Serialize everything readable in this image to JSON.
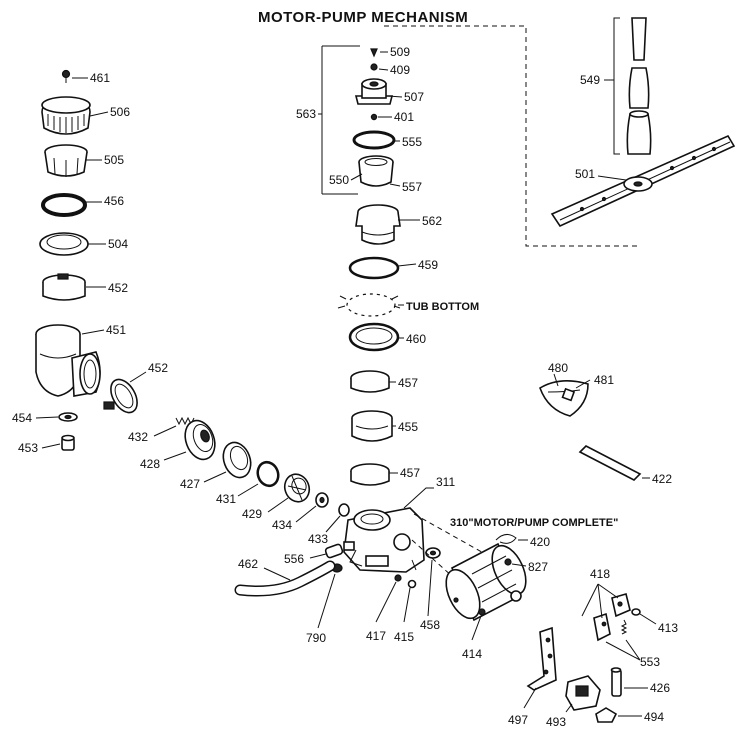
{
  "title": "MOTOR-PUMP MECHANISM",
  "notes": {
    "tub_bottom": "TUB BOTTOM",
    "motor_pump_complete": "310\"MOTOR/PUMP COMPLETE\""
  },
  "labels": {
    "p311": "311",
    "p401": "401",
    "p409": "409",
    "p413": "413",
    "p414": "414",
    "p415": "415",
    "p417": "417",
    "p418": "418",
    "p420": "420",
    "p422": "422",
    "p426": "426",
    "p427": "427",
    "p428": "428",
    "p429": "429",
    "p431": "431",
    "p432": "432",
    "p433": "433",
    "p434": "434",
    "p451": "451",
    "p452a": "452",
    "p452b": "452",
    "p453": "453",
    "p454": "454",
    "p455": "455",
    "p456": "456",
    "p457a": "457",
    "p457b": "457",
    "p458": "458",
    "p459": "459",
    "p460": "460",
    "p461": "461",
    "p462": "462",
    "p480": "480",
    "p481": "481",
    "p493": "493",
    "p494": "494",
    "p497": "497",
    "p501": "501",
    "p504": "504",
    "p505": "505",
    "p506": "506",
    "p507": "507",
    "p509": "509",
    "p549": "549",
    "p550": "550",
    "p553": "553",
    "p555": "555",
    "p556": "556",
    "p557": "557",
    "p562": "562",
    "p563": "563",
    "p790": "790",
    "p827": "827"
  }
}
